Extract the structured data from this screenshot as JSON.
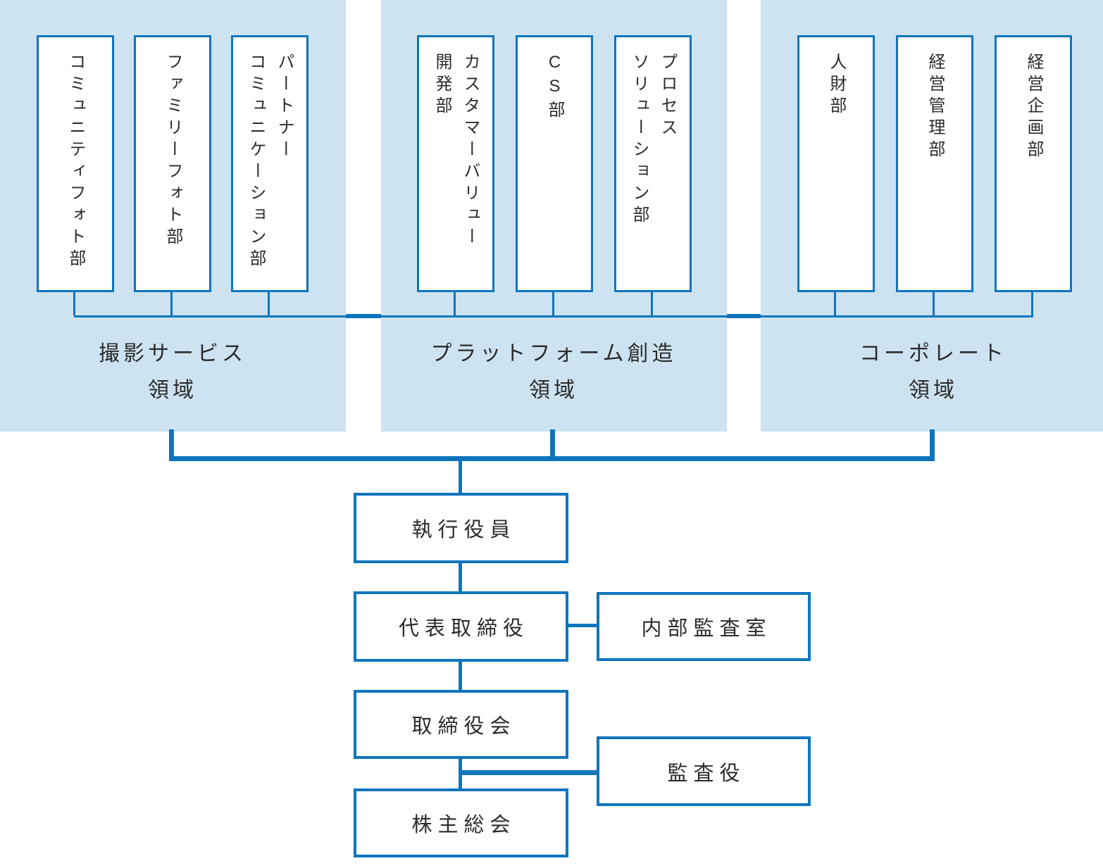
{
  "chart": {
    "title_hidden": "",
    "areas": [
      {
        "label": "撮影サービス\n領域",
        "departments": [
          "コミュニティフォト部",
          "ファミリーフォト部",
          "パートナー\nコミュニケーション部"
        ]
      },
      {
        "label": "プラットフォーム創造\n領域",
        "departments": [
          "カスタマーバリュー\n開発部",
          "CS部",
          "プロセス\nソリューション部"
        ]
      },
      {
        "label": "コーポレート\n領域",
        "departments": [
          "人財部",
          "経営管理部",
          "経営企画部"
        ]
      }
    ],
    "governance": {
      "executive_officers": "執行役員",
      "representative_director": "代表取締役",
      "board_of_directors": "取締役会",
      "shareholders_meeting": "株主総会",
      "internal_audit_office": "内部監査室",
      "auditor": "監査役"
    },
    "colors": {
      "panel_bg": "#CDE3F1",
      "line_blue": "#0E75BD",
      "text": "#2B2B2B"
    }
  }
}
